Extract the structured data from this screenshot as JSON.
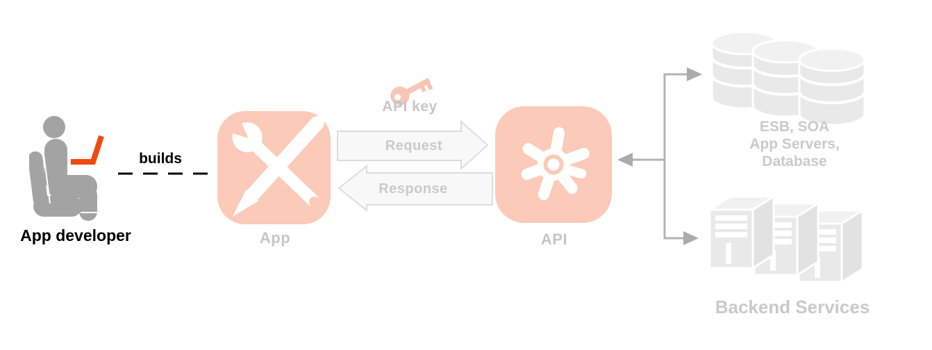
{
  "diagram_title": "App developer builds an App calling an API with an API key to reach Backend Services",
  "labels": {
    "developer": "App developer",
    "builds": "builds",
    "app": "App",
    "api_key": "API key",
    "request": "Request",
    "response": "Response",
    "api": "API",
    "esb_line1": "ESB, SOA",
    "esb_line2": "App Servers,",
    "esb_line3": "Database",
    "backend": "Backend Services"
  },
  "icons": {
    "developer": "seated-person-with-laptop-icon",
    "app": "wrench-and-pencil-icon",
    "api_key": "key-icon",
    "api": "gear-asterisk-icon",
    "esb": "database-stack-icon",
    "backend": "server-towers-icon"
  },
  "colors": {
    "salmon": "#fccab8",
    "key_pink": "#f7c6b5",
    "person_gray": "#a3a3a3",
    "laptop_orange": "#f04a10",
    "icon_gray": "#e9e9e9",
    "icon_gray_top": "#f1f1f1",
    "icon_gray_side": "#e2e2e2",
    "label_gray": "#c6c6c6",
    "arrow_fill": "#f8f8f8",
    "arrow_border": "#dcdcdc",
    "arrow_text_gray": "#cacaca",
    "connector_gray": "#b3b3b3",
    "arrowhead_gray": "#ababab",
    "text_black": "#000000",
    "white": "#ffffff"
  }
}
